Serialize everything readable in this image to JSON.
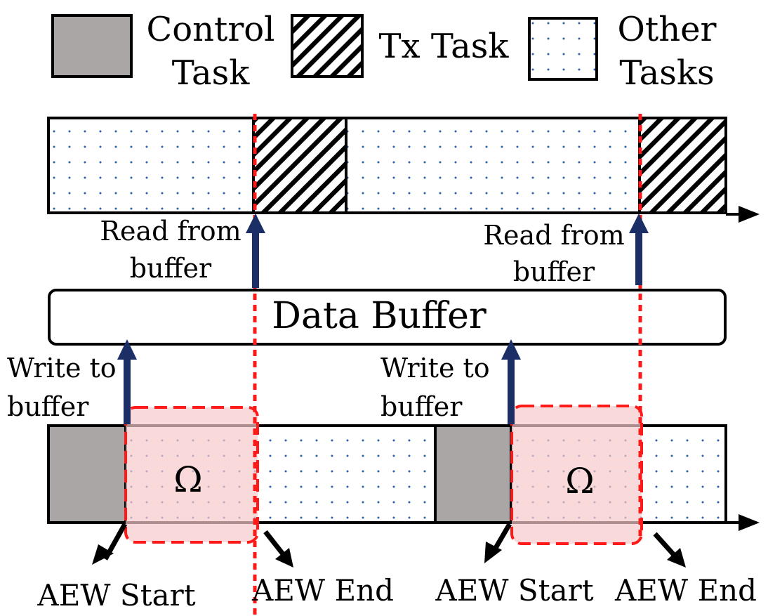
{
  "legend": {
    "control": [
      "Control",
      "Task"
    ],
    "tx": "Tx Task",
    "other": [
      "Other",
      "Tasks"
    ]
  },
  "read_label_1": [
    "Read  from",
    "buffer"
  ],
  "read_label_2": [
    "Read  from",
    "buffer"
  ],
  "buffer_label": "Data Buffer",
  "write_label_1": [
    "Write to",
    "buffer"
  ],
  "write_label_2": [
    "Write to",
    "buffer"
  ],
  "omega_1": "Ω",
  "omega_2": "Ω",
  "aew_start_1": "AEW Start",
  "aew_end_1": "AEW End",
  "aew_start_2": "AEW Start",
  "aew_end_2": "AEW End",
  "colors": {
    "control_fill": "#aaa6a6",
    "dot_color": "#2e5fa8",
    "arrow_blue": "#1b2f66",
    "aew_red": "#ff1a1a",
    "aew_fill": "#fad7d7"
  }
}
